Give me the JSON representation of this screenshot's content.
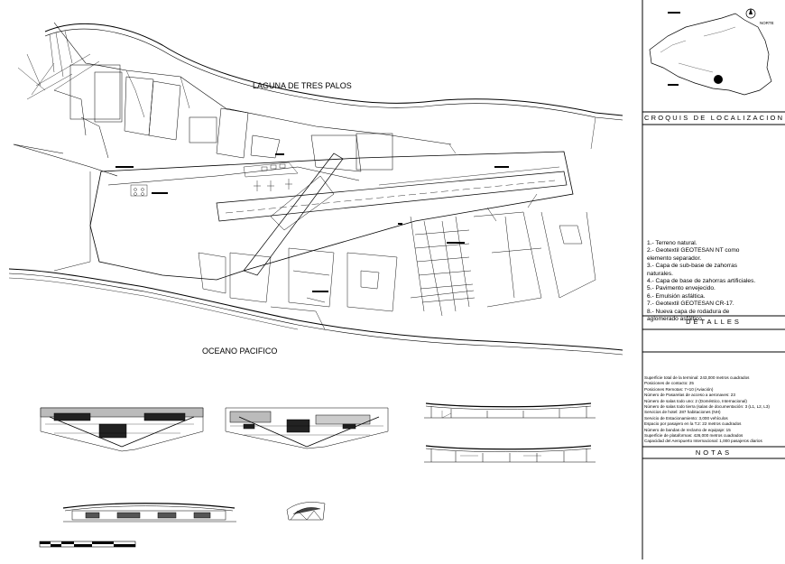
{
  "map": {
    "lagoon_label": "LAGUNA DE TRES PALOS",
    "ocean_label": "OCEANO PACIFICO"
  },
  "sidebar": {
    "north_label": "NORTE",
    "location_title": "CROQUIS DE LOCALIZACION",
    "details_title": "DETALLES",
    "notes_title": "NOTAS",
    "details": [
      "1.- Terreno natural.",
      "2.- Geotextil GEOTESAN NT como",
      "elemento separador.",
      "3.- Capa de sub-base de zahorras",
      "naturales.",
      "4.- Capa de base de zahorras artificiales.",
      "5.- Pavimento envejecido.",
      "6.- Emulsión asfáltica.",
      "7.- Geotextil GEOTESAN CR-17.",
      "8.- Nueva capa de rodadura de",
      "aglomerado asfáltico"
    ],
    "notes": [
      "Superficie total de la terminal: 243,000 metros cuadrados",
      "Posiciones de contacto: 25",
      "Posiciones Remotas: 7+10 (Aviación)",
      "Número de Pasarelas de acceso a aeronaves: 23",
      "Número de salas todo uno: 2 (Doméstico, Internacional)",
      "Número de salas todo tierra (salas de documentación: 3 (L1, L2, L3)",
      "Servicios de hotel: 287 habitaciones (NH)",
      "Servicio de Estacionamiento: 3,000 vehículos",
      "Espacio por pasajero en la T.2: 22 metros cuadrados",
      "Número de bandas de reclamo de equipaje: 15",
      "Superficie de plataformas: 426,000 metros cuadrados",
      "Capacidad del Aeropuerto Internacional: 1,000 pasajeros diarios"
    ]
  }
}
